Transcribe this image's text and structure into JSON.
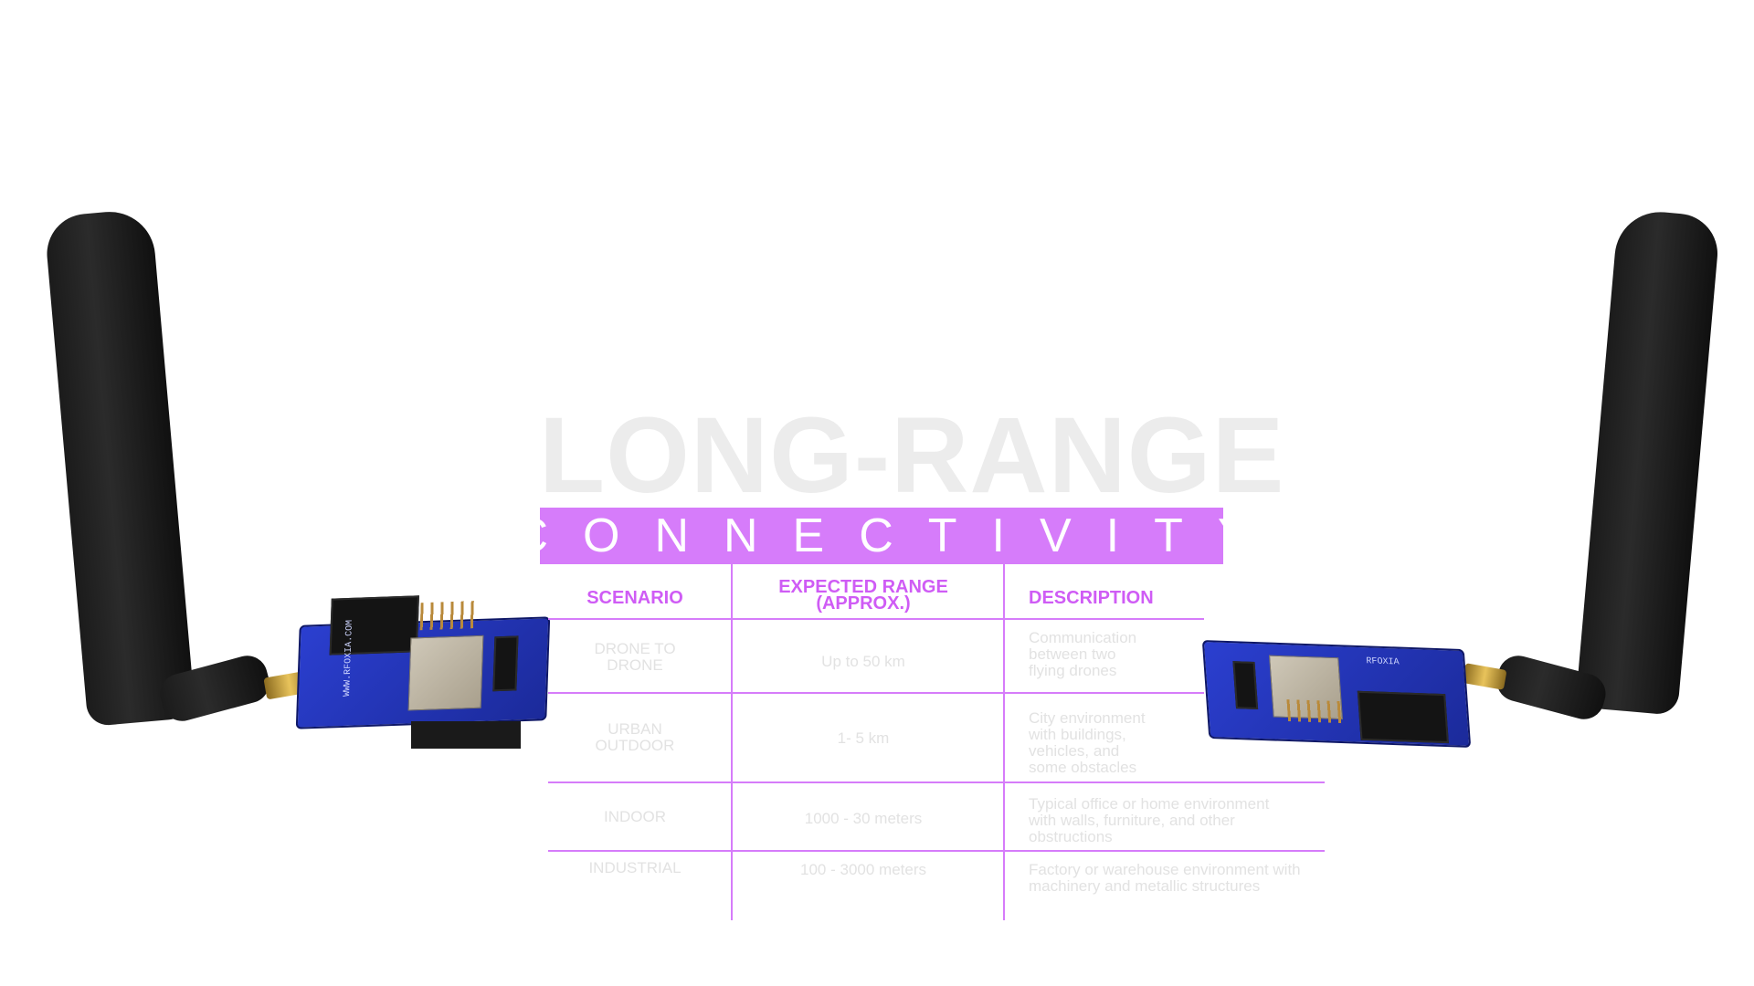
{
  "title": "LONG-RANGE",
  "subtitle": "CONNECTIVITY",
  "table": {
    "headers": [
      "SCENARIO",
      "EXPECTED RANGE (APPROX.)",
      "DESCRIPTION"
    ],
    "rows": [
      {
        "scenario": "DRONE TO DRONE",
        "range": "Up to 50 km",
        "description": "Communication between two flying drones"
      },
      {
        "scenario": "URBAN OUTDOOR",
        "range": "1- 5 km",
        "description": "City environment with buildings, vehicles, and some obstacles"
      },
      {
        "scenario": "INDOOR",
        "range": "1000 - 30 meters",
        "description": "Typical office or home environment with walls, furniture, and other obstructions"
      },
      {
        "scenario": "INDUSTRIAL",
        "range": "100 - 3000 meters",
        "description": "Factory or warehouse environment with machinery and metallic structures"
      }
    ]
  },
  "board_labels": {
    "left": "WWW.RFOXIA.COM",
    "right": "RFOXIA"
  },
  "colors": {
    "accent": "#d67cfa",
    "header_text": "#cf5cf5",
    "title_text": "#ececec",
    "board_blue": "#2b3fd0"
  }
}
